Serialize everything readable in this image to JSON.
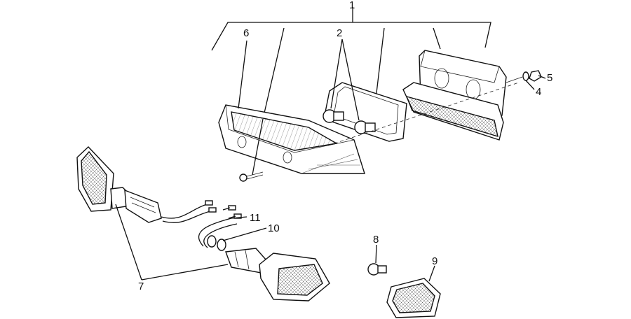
{
  "callouts": {
    "c1": "1",
    "c2": "2",
    "c4": "4",
    "c5": "5",
    "c6": "6",
    "c7": "7",
    "c8": "8",
    "c9": "9",
    "c10": "10",
    "c11": "11"
  }
}
